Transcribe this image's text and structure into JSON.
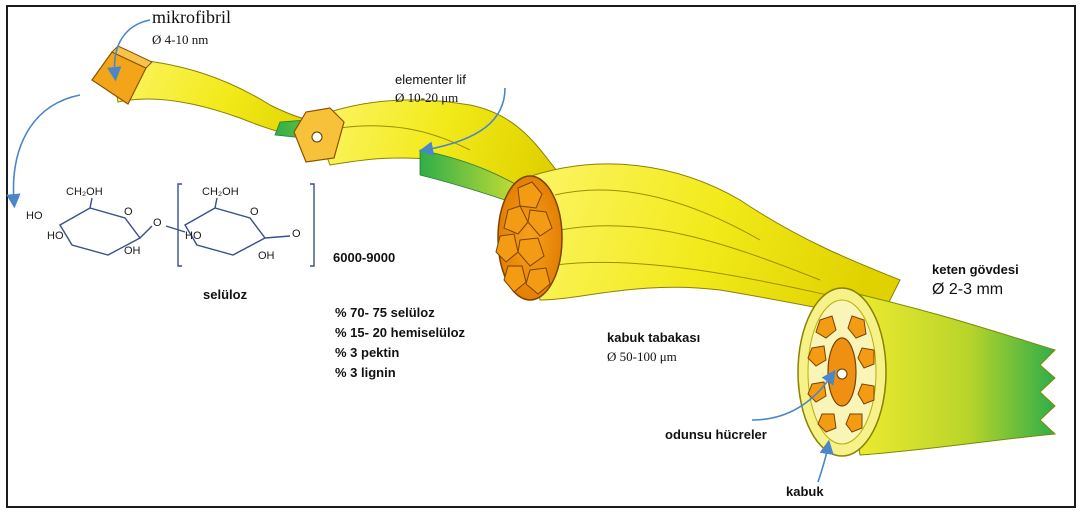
{
  "labels": {
    "microfibril": "mikrofibril",
    "microfibril_dia": "Ø 4-10 nm",
    "elementary_fiber": "elementer lif",
    "elementary_fiber_dia": "Ø 10-20 μm",
    "cellulose": "selüloz",
    "polymer_degree": "6000-9000",
    "bark_layer": "kabuk tabakası",
    "bark_layer_dia": "Ø 50-100 μm",
    "flax_stem": "keten gövdesi",
    "flax_stem_dia": "Ø 2-3 mm",
    "woody_cells": "odunsu hücreler",
    "bark": "kabuk"
  },
  "composition": [
    "% 70- 75 selüloz",
    "% 15- 20 hemiselüloz",
    "% 3 pektin",
    "% 3 lignin"
  ],
  "molecule": {
    "left_group": "CH₂OH",
    "right_group": "CH₂OH",
    "ho_1": "HO",
    "ho_2": "HO",
    "oh_1": "OH",
    "ho_3": "HO",
    "oh_2": "OH",
    "o_ring_1": "O",
    "o_bridge": "O",
    "o_ring_2": "O",
    "o_end": "O"
  },
  "colors": {
    "fiber_yellow": "#f2ea1a",
    "fiber_green": "#39b54a",
    "cell_orange": "#f08c00",
    "arrow_blue": "#4a86c8",
    "molecule_blue": "#3a4f8c"
  }
}
